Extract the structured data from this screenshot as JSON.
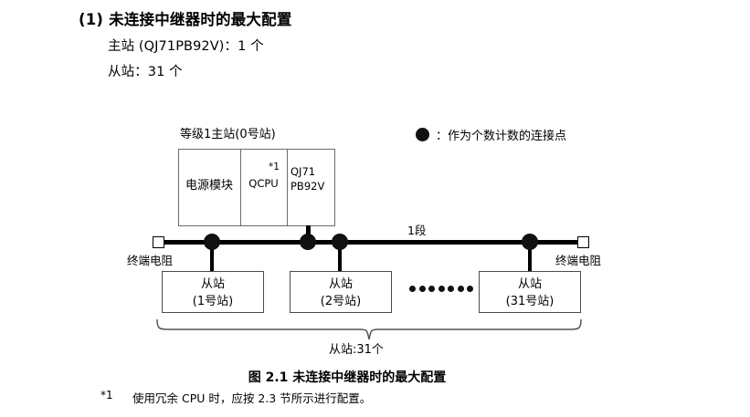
{
  "section": {
    "number": "(1)",
    "heading": "未连接中继器时的最大配置",
    "line1": "主站 (QJ71PB92V)：1 个",
    "line2": "从站：31 个"
  },
  "legend": {
    "icon": "filled-circle-icon",
    "text": "：作为个数计数的连接点"
  },
  "diagram": {
    "master": {
      "caption": "等级1主站(0号站)",
      "cells": [
        {
          "label": "电源模块"
        },
        {
          "label": "QCPU",
          "footnote_mark": "*1"
        },
        {
          "label_line1": "QJ71",
          "label_line2": "PB92V"
        }
      ]
    },
    "bus": {
      "segment_label": "1段",
      "terminator_left": "终端电阻",
      "terminator_right": "终端电阻",
      "connection_points": 4
    },
    "slaves": [
      {
        "name": "从站",
        "station": "(1号站)"
      },
      {
        "name": "从站",
        "station": "(2号站)"
      },
      {
        "name": "从站",
        "station": "(31号站)"
      }
    ],
    "ellipsis_dots": 7,
    "brace_label": "从站:31个"
  },
  "figure": {
    "caption": "图 2.1  未连接中继器时的最大配置"
  },
  "footnote": {
    "mark": "*1",
    "text": "使用冗余 CPU 时，应按 2.3 节所示进行配置。"
  },
  "colors": {
    "ink": "#000000",
    "frame": "#6a6a6a",
    "slave_frame": "#4b4b4b",
    "background": "#ffffff"
  }
}
